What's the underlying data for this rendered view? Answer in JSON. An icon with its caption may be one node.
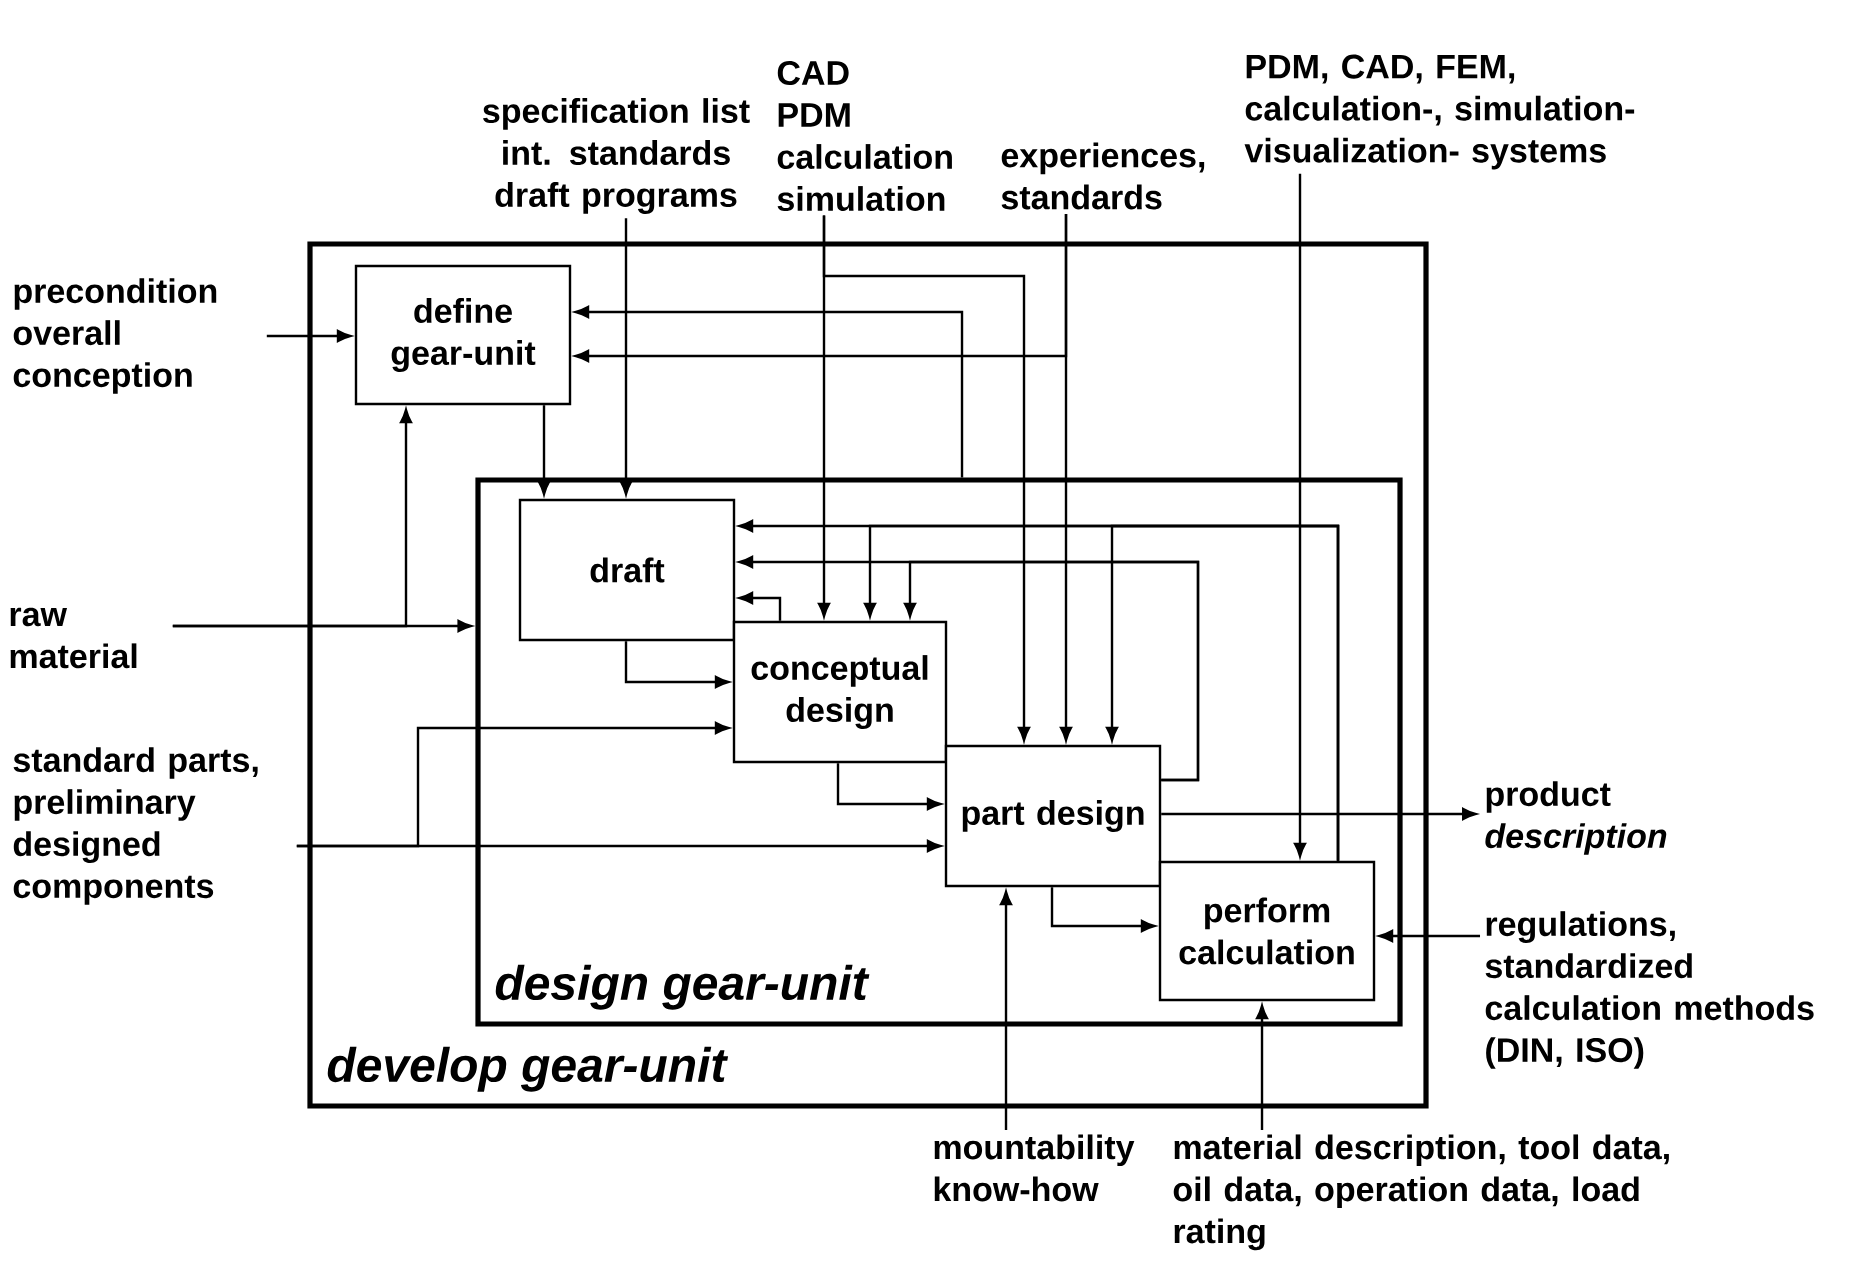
{
  "diagram": {
    "nodes": [
      {
        "text": [
          "develop gear-unit"
        ]
      },
      {
        "text": [
          "define gear-unit"
        ],
        "in": 0
      },
      {
        "text": [
          "design gear-unit"
        ],
        "in": 0
      },
      {
        "text": [
          "draft"
        ],
        "in": 2
      },
      {
        "text": [
          "conceptual design"
        ],
        "in": 2
      },
      {
        "text": [
          "part design"
        ],
        "in": 2
      },
      {
        "text": [
          "perform calculation"
        ],
        "in": 2
      },
      {
        "text": [
          "precondition overall conception"
        ]
      },
      {
        "text": [
          "raw material"
        ]
      },
      {
        "text": [
          "standard parts, preliminary designed components"
        ]
      },
      {
        "text": [
          "specification list int. standards draft programs"
        ]
      },
      {
        "text": [
          "CAD PDM calculation simulation"
        ]
      },
      {
        "text": [
          "experiences, standards"
        ]
      },
      {
        "text": [
          "PDM, CAD, FEM, calculation-, simulation- visualization- systems"
        ]
      },
      {
        "text": [
          "product *description*"
        ]
      },
      {
        "text": [
          "regulations, standardized calculation methods (DIN, ISO)"
        ]
      },
      {
        "text": [
          "mountability know-how"
        ]
      },
      {
        "text": [
          "material description, tool data, oil data, operation data, load rating"
        ]
      }
    ],
    "edges": [
      {
        "from": 7,
        "to": 1,
        "arrow": "to"
      },
      {
        "from": 8,
        "to": 2,
        "arrow": "to"
      },
      {
        "from": 8,
        "to": 1,
        "arrow": "to"
      },
      {
        "from": 9,
        "to": 4,
        "arrow": "to"
      },
      {
        "from": 9,
        "to": 5,
        "arrow": "to"
      },
      {
        "from": 10,
        "to": 3,
        "arrow": "to"
      },
      {
        "from": 1,
        "to": 3,
        "arrow": "to"
      },
      {
        "from": 11,
        "to": 4,
        "arrow": "to"
      },
      {
        "from": 11,
        "to": 5,
        "arrow": "to"
      },
      {
        "from": 12,
        "to": 5,
        "arrow": "to"
      },
      {
        "from": 12,
        "to": 1,
        "arrow": "to"
      },
      {
        "from": 13,
        "to": 6,
        "arrow": "to"
      },
      {
        "from": 2,
        "to": 1,
        "arrow": "to"
      },
      {
        "from": 6,
        "to": 3,
        "arrow": "to"
      },
      {
        "from": 6,
        "to": 4,
        "arrow": "to"
      },
      {
        "from": 6,
        "to": 5,
        "arrow": "to"
      },
      {
        "from": 5,
        "to": 3,
        "arrow": "to"
      },
      {
        "from": 5,
        "to": 4,
        "arrow": "to"
      },
      {
        "from": 4,
        "to": 3,
        "arrow": "to"
      },
      {
        "from": 3,
        "to": 4,
        "arrow": "to"
      },
      {
        "from": 4,
        "to": 5,
        "arrow": "to"
      },
      {
        "from": 5,
        "to": 6,
        "arrow": "to"
      },
      {
        "from": 5,
        "to": 14,
        "arrow": "to"
      },
      {
        "from": 15,
        "to": 6,
        "arrow": "to"
      },
      {
        "from": 16,
        "to": 5,
        "arrow": "to"
      },
      {
        "from": 17,
        "to": 6,
        "arrow": "to"
      }
    ]
  }
}
